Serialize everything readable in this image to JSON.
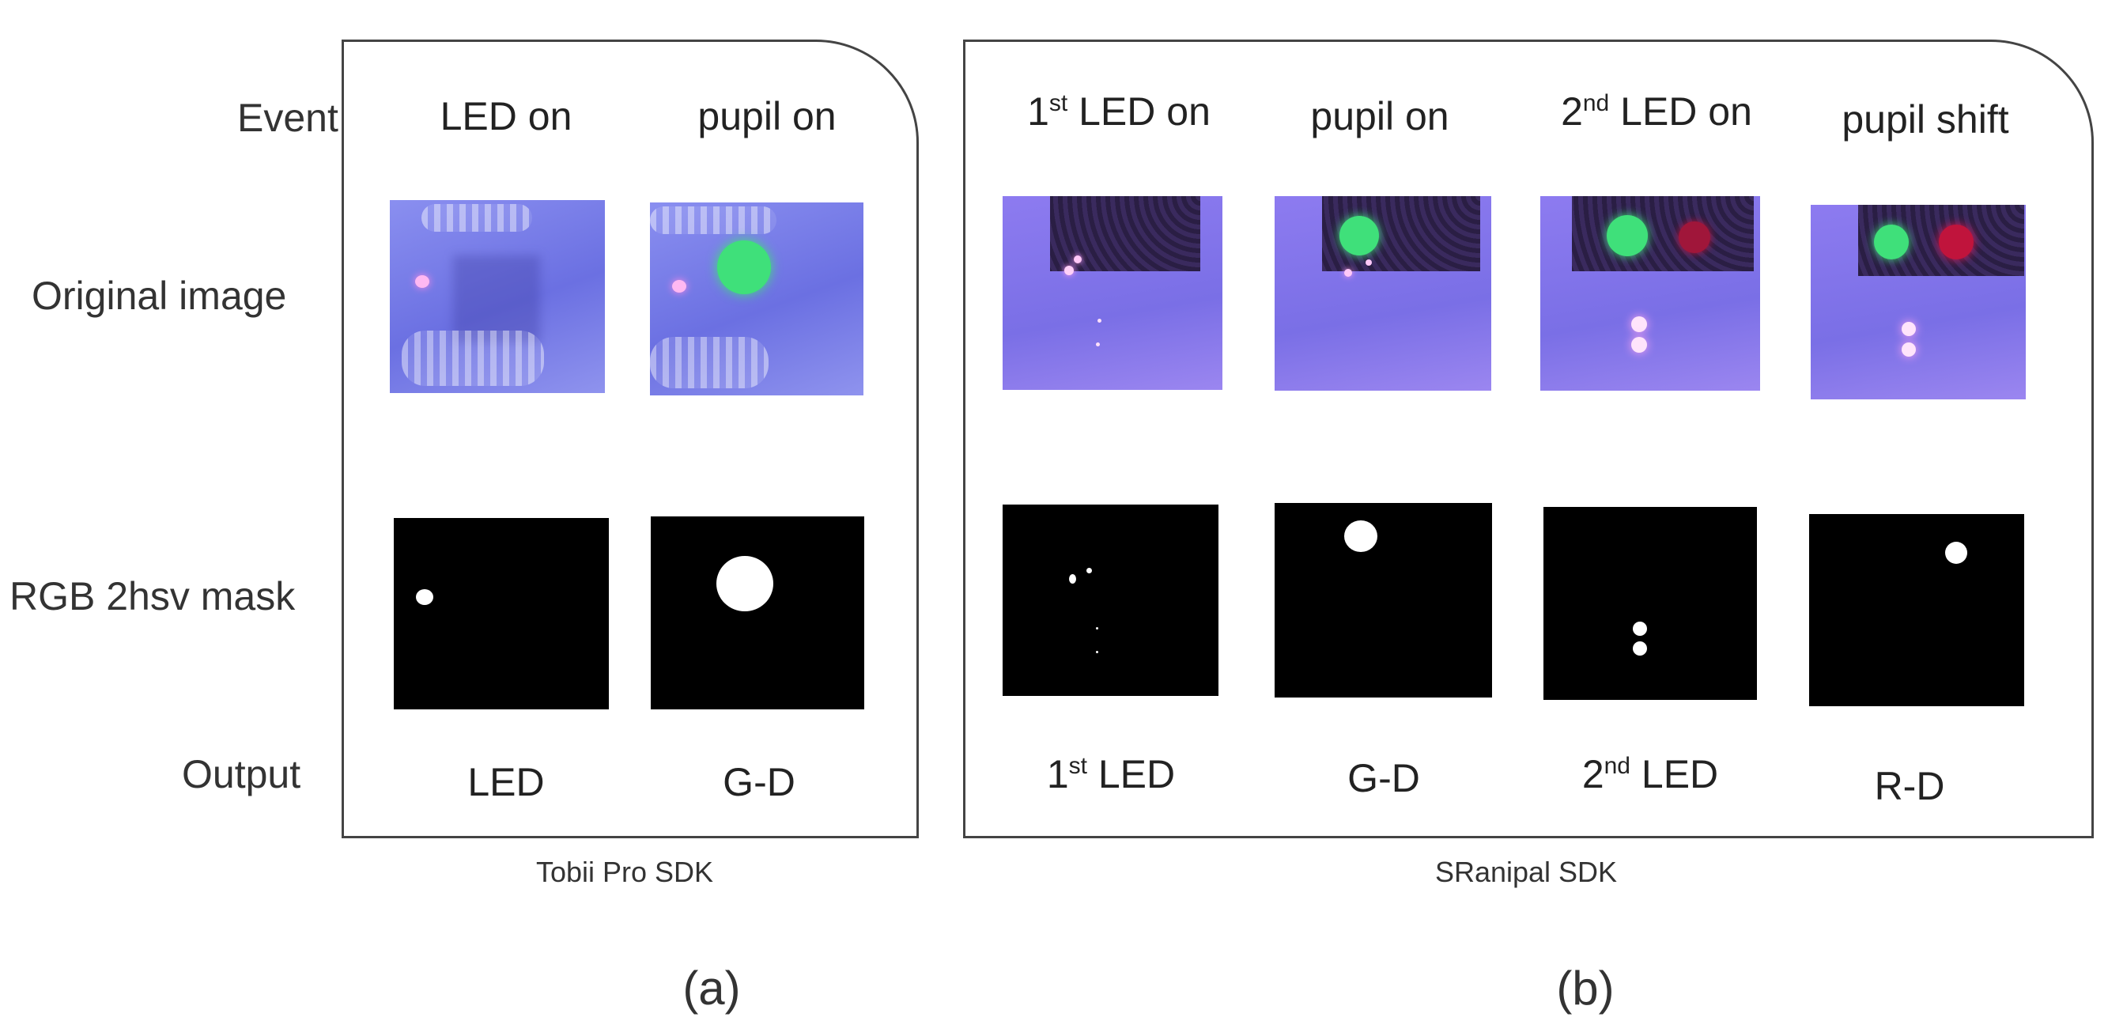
{
  "row_labels": {
    "event": "Event",
    "original": "Original image",
    "mask": "RGB 2hsv mask",
    "output": "Output"
  },
  "panel_a": {
    "events": [
      "LED on",
      "pupil on"
    ],
    "outputs": [
      "LED",
      "G-D"
    ],
    "sdk": "Tobii Pro SDK",
    "label": "(a)"
  },
  "panel_b": {
    "events": [
      {
        "pre": "1",
        "sup": "st",
        "post": " LED on"
      },
      {
        "pre": "pupil on",
        "sup": "",
        "post": ""
      },
      {
        "pre": "2",
        "sup": "nd",
        "post": " LED on"
      },
      {
        "pre": "pupil shift",
        "sup": "",
        "post": ""
      }
    ],
    "outputs": [
      {
        "pre": "1",
        "sup": "st",
        "post": " LED"
      },
      {
        "pre": "G-D",
        "sup": "",
        "post": ""
      },
      {
        "pre": "2",
        "sup": "nd",
        "post": " LED"
      },
      {
        "pre": "R-D",
        "sup": "",
        "post": ""
      }
    ],
    "sdk": "SRanipal SDK",
    "label": "(b)"
  },
  "colors": {
    "screen_blue": "#6f72e6",
    "pupil_green": "#3fe07a",
    "pupil_red": "#c0143c",
    "led_pink": "#ffb0f0",
    "border": "#444444"
  }
}
